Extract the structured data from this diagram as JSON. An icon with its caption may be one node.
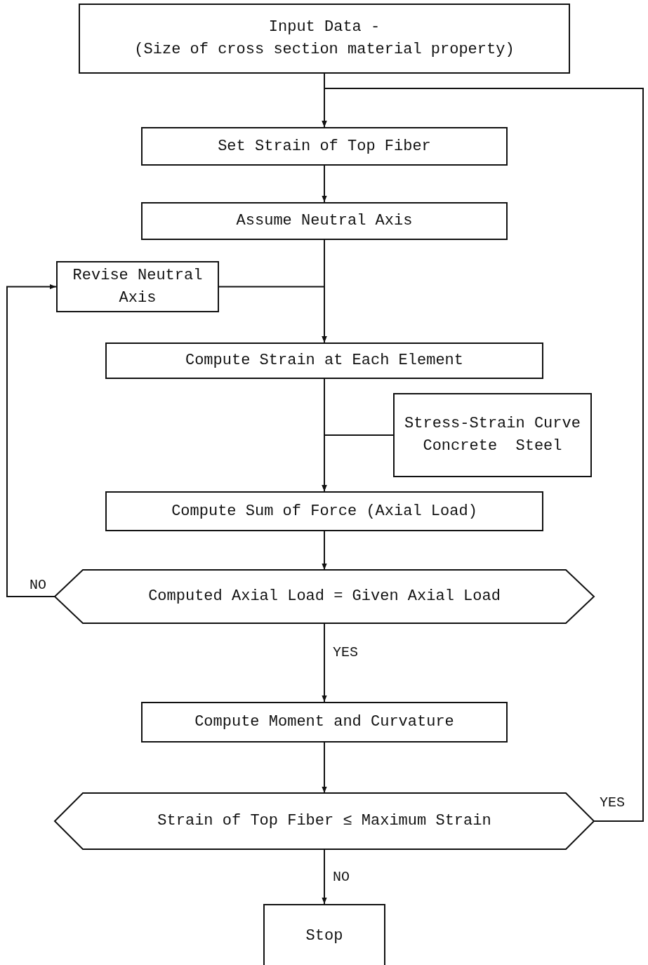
{
  "diagram": {
    "nodes": [
      {
        "text": [
          "Input Data -",
          "(Size of cross section material property)"
        ]
      },
      {
        "text": [
          "Set Strain of Top Fiber"
        ]
      },
      {
        "text": [
          "Assume Neutral Axis"
        ]
      },
      {
        "text": [
          "Revise Neutral Axis"
        ]
      },
      {
        "text": [
          "Compute Strain at Each Element"
        ]
      },
      {
        "text": [
          "Stress-Strain Curve",
          "Concrete  Steel"
        ]
      },
      {
        "text": [
          "Compute Sum of Force (Axial Load)"
        ]
      },
      {
        "text": [
          "Computed Axial Load = Given Axial Load"
        ]
      },
      {
        "text": [
          "Compute Moment and Curvature"
        ]
      },
      {
        "text": [
          "Strain of Top Fiber ≤ Maximum Strain"
        ]
      },
      {
        "text": [
          "Stop"
        ]
      }
    ],
    "edges": [
      {
        "from": 0,
        "to": 1,
        "arrow": "to"
      },
      {
        "from": 9,
        "to": 1,
        "arrow": "to",
        "label": "YES"
      },
      {
        "from": 1,
        "to": 2,
        "arrow": "to"
      },
      {
        "from": 2,
        "to": 4,
        "arrow": "to"
      },
      {
        "from": 3,
        "to": 4,
        "arrow": "to"
      },
      {
        "from": 7,
        "to": 3,
        "arrow": "to",
        "label": "NO"
      },
      {
        "from": 4,
        "to": 6,
        "arrow": "to"
      },
      {
        "from": 5,
        "to": 6,
        "arrow": "to"
      },
      {
        "from": 6,
        "to": 7,
        "arrow": "to"
      },
      {
        "from": 7,
        "to": 8,
        "arrow": "to",
        "label": "YES"
      },
      {
        "from": 8,
        "to": 9,
        "arrow": "to"
      },
      {
        "from": 9,
        "to": 10,
        "arrow": "to",
        "label": "NO"
      }
    ]
  }
}
